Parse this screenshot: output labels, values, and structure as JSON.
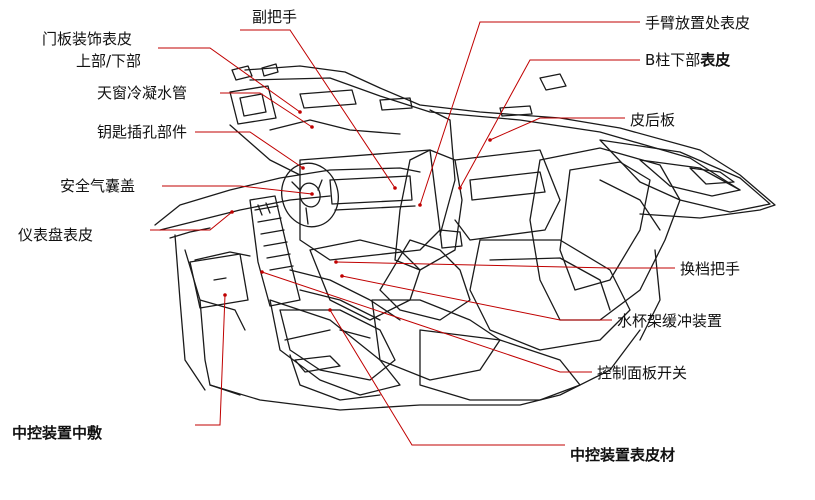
{
  "diagram": {
    "colors": {
      "leader": "#c00000",
      "outline": "#1a1a1a",
      "text": "#111111"
    },
    "labels": {
      "door_trim_upper_lower_line1": "门板装饰表皮",
      "door_trim_upper_lower_line2": "上部/下部",
      "assist_grip": "副把手",
      "sunroof_drain": "天窗冷凝水管",
      "key_cylinder": "钥匙插孔部件",
      "airbag_cover": "安全气囊盖",
      "instrument_panel_skin": "仪表盘表皮",
      "console_pad": "中控装置中敷",
      "armrest_skin": "手臂放置处表皮",
      "b_pillar_prefix": "B柱下部",
      "b_pillar_suffix": "表皮",
      "rear_package_tray": "皮后板",
      "shift_knob": "换档把手",
      "cup_holder_damper": "水杯架缓冲装置",
      "control_panel_switch": "控制面板开关",
      "console_skin_prefix": "中控装置",
      "console_skin_suffix": "表皮材"
    }
  }
}
